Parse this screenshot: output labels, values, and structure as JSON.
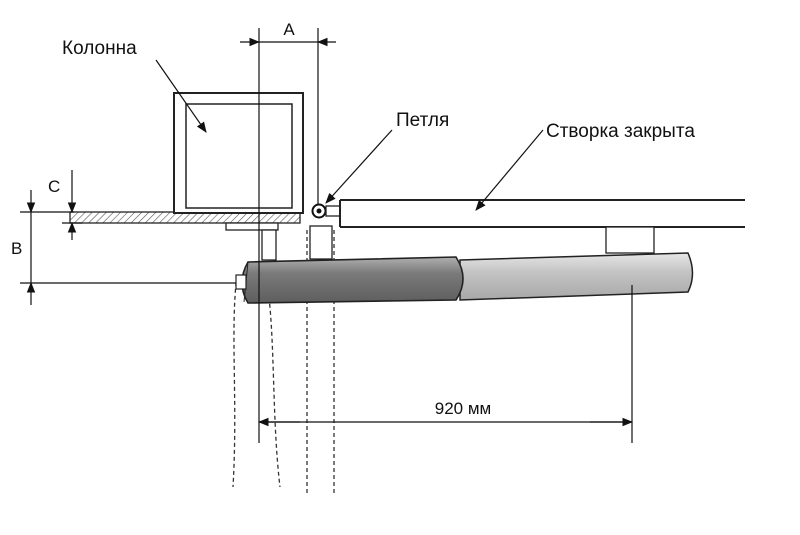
{
  "labels": {
    "column": "Колонна",
    "hinge": "Петля",
    "leaf_closed": "Створка закрыта",
    "dim_a": "A",
    "dim_b": "B",
    "dim_c": "C",
    "dim_length": "920 мм"
  },
  "colors": {
    "line": "#1a1a1a",
    "actuator_dark": "#8a8a8a",
    "actuator_light": "#c8c8c8",
    "hatch": "#555555"
  }
}
